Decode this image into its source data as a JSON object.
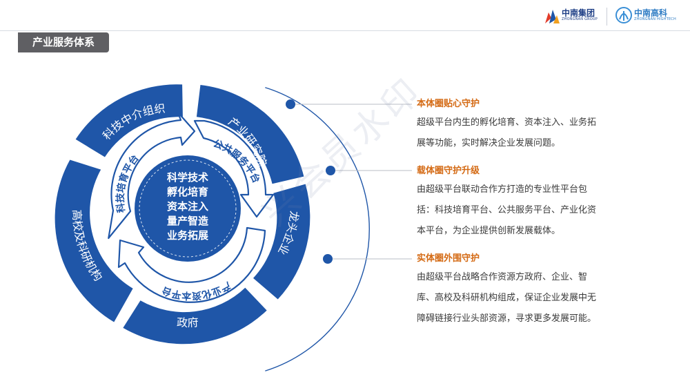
{
  "header": {
    "title": "产业服务体系",
    "logo1": {
      "name": "中南集团",
      "sub": "ZHONGNAN GROUP"
    },
    "logo2": {
      "name": "中南高科",
      "sub": "ZHONGNAN HIGHTECH"
    }
  },
  "diagram": {
    "outer_ring": [
      "科技中介组织",
      "产业研究院",
      "龙头企业",
      "政府",
      "高校及科研机构"
    ],
    "middle_ring": [
      "科技培育平台",
      "公共服务平台",
      "产业化资本平台"
    ],
    "center_lines": [
      "科学技术",
      "孵化培育",
      "资本注入",
      "量产智造",
      "业务拓展"
    ]
  },
  "sections": [
    {
      "title": "本体圈贴心守护",
      "body": "超级平台内生的孵化培育、资本注入、业务拓展等功能，实时解决企业发展问题。"
    },
    {
      "title": "载体圈守护升级",
      "body": "由超级平台联动合作方打造的专业性平台包括：科技培育平台、公共服务平台、产业化资本平台，为企业提供创新发展载体。"
    },
    {
      "title": "实体圈外围守护",
      "body": "由超级平台战略合作资源方政府、企业、智库、高校及科研机构组成，保证企业发展中无障碍链接行业头部资源，寻求更多发展可能。"
    }
  ],
  "watermark": "兴会员水印",
  "colors": {
    "blue": "#1f56a8",
    "orange": "#d46a14",
    "title_bg": "#5f5f63"
  }
}
